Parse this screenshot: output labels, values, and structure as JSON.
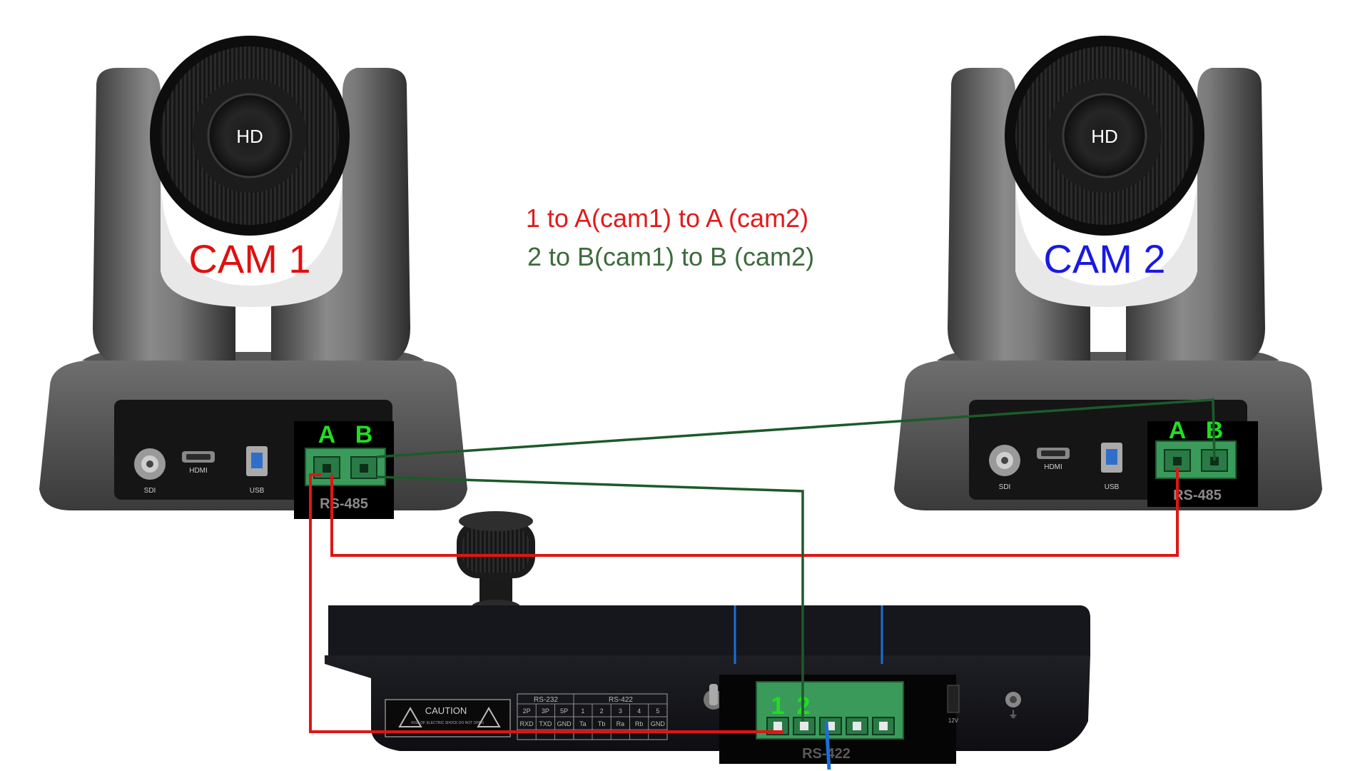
{
  "notes": {
    "line1": "1 to A(cam1) to A (cam2)",
    "line2": "2 to B(cam1) to B (cam2)",
    "line1_color": "#e11b1b",
    "line2_color": "#3c6b3c"
  },
  "cam1": {
    "label": "CAM 1",
    "label_color": "#e01010",
    "lens_text": "HD",
    "ports": {
      "sdi": "SDI",
      "hdmi": "HDMI",
      "usb": "USB"
    },
    "terminal_a": "A",
    "terminal_b": "B",
    "terminal_label": "RS-485"
  },
  "cam2": {
    "label": "CAM 2",
    "label_color": "#1a1ae0",
    "lens_text": "HD",
    "ports": {
      "sdi": "SDI",
      "hdmi": "HDMI",
      "usb": "USB"
    },
    "terminal_a": "A",
    "terminal_b": "B",
    "terminal_label": "RS-485"
  },
  "controller": {
    "caution": "CAUTION",
    "caution_sub": "RISK OF ELECTRIC SHOCK DO NOT OPEN",
    "group_rs232": "RS-232",
    "group_rs422": "RS-422",
    "pin_numbers": [
      "2P",
      "3P",
      "5P",
      "1",
      "2",
      "3",
      "4",
      "5"
    ],
    "pin_names": [
      "RXD",
      "TXD",
      "GND",
      "Ta",
      "Tb",
      "Ra",
      "Rb",
      "GND"
    ],
    "terminal_1": "1",
    "terminal_2": "2",
    "terminal_label": "RS-422",
    "power_label": "12V"
  },
  "colors": {
    "wire_red": "#e01515",
    "wire_green": "#1d5a2a",
    "terminal_green": "#3a9a5a",
    "terminal_letter": "#22dd22",
    "blue_line": "#1a6fd6"
  }
}
